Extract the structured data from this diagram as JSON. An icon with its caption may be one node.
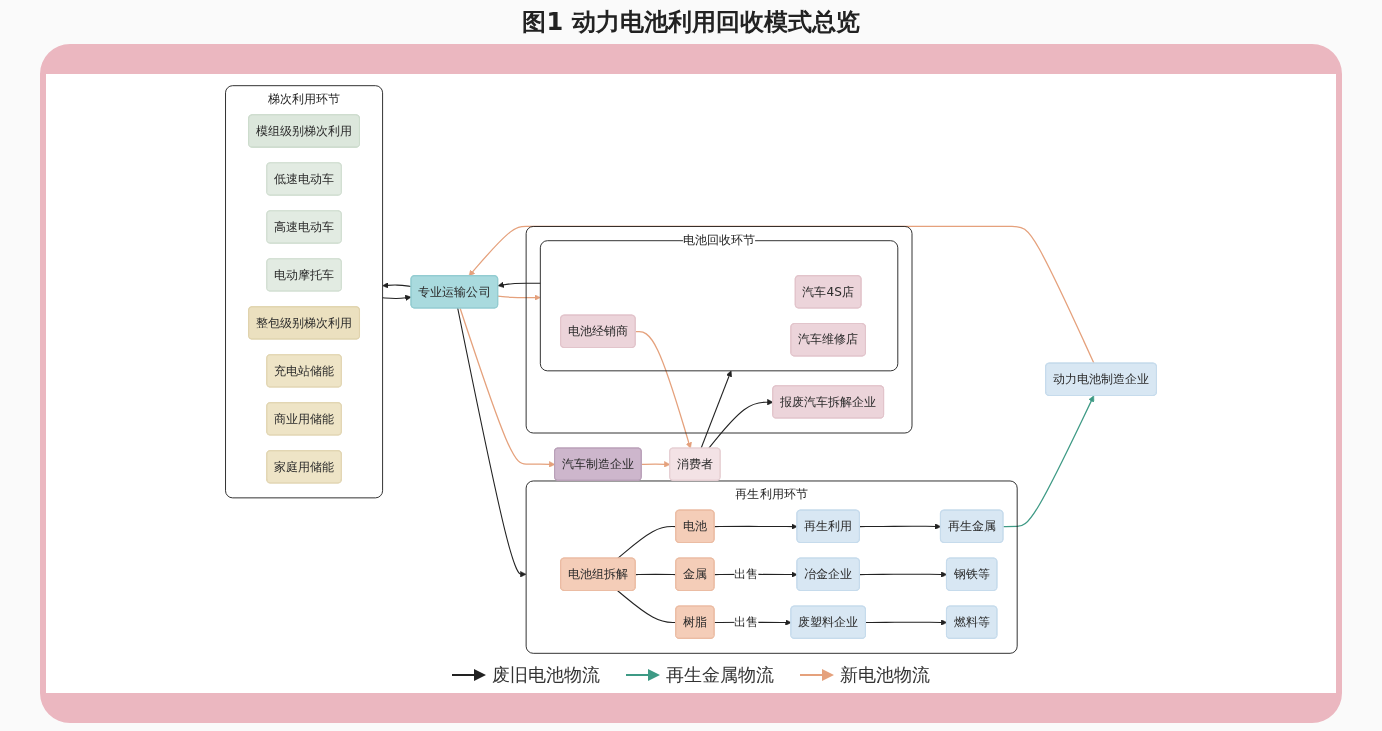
{
  "diagram": {
    "title": "图1 动力电池利用回收模式总览",
    "nodes": [
      {
        "text": [
          "汽车制造企业"
        ]
      },
      {
        "text": [
          "消费者"
        ]
      },
      {
        "text": [
          "电池回收环节"
        ]
      },
      {
        "text": [
          "报废汽车拆解企业"
        ],
        "in": 2
      },
      {
        "text": [],
        "shape": "box",
        "in": 2
      },
      {
        "text": [
          "汽车4S店"
        ],
        "in": 4
      },
      {
        "text": [
          "汽车维修店"
        ],
        "in": 4
      },
      {
        "text": [
          "电池经销商"
        ],
        "in": 4
      },
      {
        "text": [
          "梯次利用环节"
        ]
      },
      {
        "text": [
          "模组级别梯次利用"
        ],
        "in": 8
      },
      {
        "text": [
          "低速电动车"
        ],
        "in": 8
      },
      {
        "text": [
          "高速电动车"
        ],
        "in": 8
      },
      {
        "text": [
          "电动摩托车"
        ],
        "in": 8
      },
      {
        "text": [
          "整包级别梯次利用"
        ],
        "in": 8
      },
      {
        "text": [
          "充电站储能"
        ],
        "in": 8
      },
      {
        "text": [
          "商业用储能"
        ],
        "in": 8
      },
      {
        "text": [
          "家庭用储能"
        ],
        "in": 8
      },
      {
        "text": [
          "再生利用环节"
        ]
      },
      {
        "text": [
          "电池组拆解"
        ],
        "in": 17
      },
      {
        "text": [
          "电池"
        ],
        "in": 17
      },
      {
        "text": [
          "再生利用"
        ],
        "in": 17
      },
      {
        "text": [
          "再生金属"
        ],
        "in": 17
      },
      {
        "text": [
          "金属"
        ],
        "in": 17
      },
      {
        "text": [
          "冶金企业"
        ],
        "in": 17
      },
      {
        "text": [
          "钢铁等"
        ],
        "in": 17
      },
      {
        "text": [
          "树脂"
        ],
        "in": 17
      },
      {
        "text": [
          "废塑料企业"
        ],
        "in": 17
      },
      {
        "text": [
          "燃料等"
        ],
        "in": 17
      },
      {
        "text": [
          "专业运输公司"
        ]
      },
      {
        "text": [
          "动力电池制造企业"
        ]
      }
    ],
    "edges": [
      {
        "from": 0,
        "to": 1,
        "arrow": "to",
        "color": "#e5a17c"
      },
      {
        "from": 1,
        "to": 3,
        "arrow": "to"
      },
      {
        "from": 1,
        "to": 4,
        "arrow": "to"
      },
      {
        "from": 7,
        "to": 1,
        "arrow": "to",
        "color": "#e5a17c"
      },
      {
        "from": 4,
        "to": 28,
        "arrow": "to"
      },
      {
        "from": 28,
        "to": 0,
        "arrow": "to",
        "color": "#e5a17c"
      },
      {
        "from": 28,
        "to": 4,
        "arrow": "to",
        "color": "#e5a17c"
      },
      {
        "from": 28,
        "to": 8,
        "arrow": "to"
      },
      {
        "from": 8,
        "to": 28,
        "arrow": "to"
      },
      {
        "from": 28,
        "to": 17,
        "arrow": "to"
      },
      {
        "from": 18,
        "to": 19,
        "arrow": "none"
      },
      {
        "from": 18,
        "to": 22,
        "arrow": "none"
      },
      {
        "from": 18,
        "to": 25,
        "arrow": "none"
      },
      {
        "from": 19,
        "to": 20,
        "arrow": "to"
      },
      {
        "from": 20,
        "to": 21,
        "arrow": "to"
      },
      {
        "from": 22,
        "to": 23,
        "arrow": "to",
        "label": "出售"
      },
      {
        "from": 23,
        "to": 24,
        "arrow": "to"
      },
      {
        "from": 25,
        "to": 26,
        "arrow": "to",
        "label": "出售"
      },
      {
        "from": 26,
        "to": 27,
        "arrow": "to"
      },
      {
        "from": 21,
        "to": 29,
        "arrow": "to",
        "color": "#3e9a85"
      },
      {
        "from": 29,
        "to": 28,
        "arrow": "to",
        "color": "#e5a17c"
      }
    ],
    "legend": [
      {
        "text": "废旧电池物流"
      },
      {
        "text": "再生金属物流"
      },
      {
        "text": "新电池物流"
      }
    ]
  }
}
